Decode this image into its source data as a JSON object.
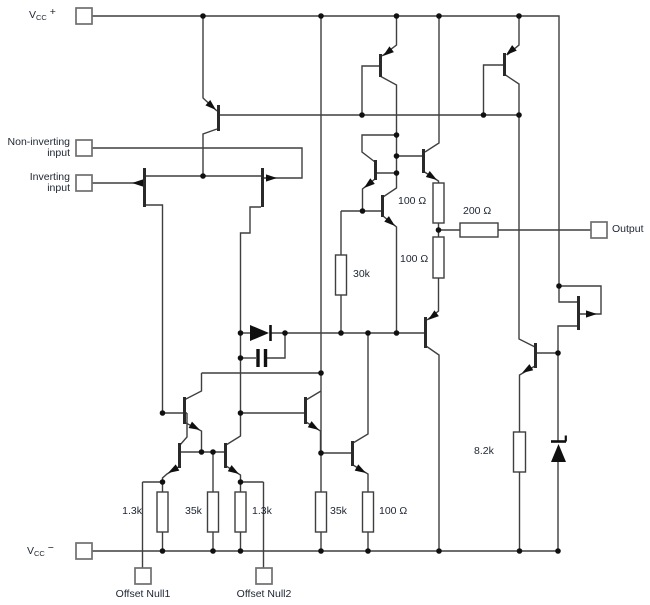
{
  "labels": {
    "vcc_plus": {
      "v": "V",
      "sub": "CC",
      "sign": "+"
    },
    "vcc_minus": {
      "v": "V",
      "sub": "CC",
      "sign": "−"
    },
    "non_inverting": {
      "line1": "Non-inverting",
      "line2": "input"
    },
    "inverting": {
      "line1": "Inverting",
      "line2": "input"
    },
    "offset_null1": "Offset Null1",
    "offset_null2": "Offset Null2",
    "output": "Output"
  },
  "resistors": {
    "r_1k3_a": "1.3k",
    "r_35k_a": "35k",
    "r_1k3_b": "1.3k",
    "r_35k_b": "35k",
    "r_100_bottom": "100 Ω",
    "r_30k": "30k",
    "r_100_upper": "100 Ω",
    "r_100_lower": "100 Ω",
    "r_200": "200 Ω",
    "r_8k2": "8.2k"
  },
  "colors": {
    "wire": "#3f3f3f",
    "component": "#2a2a2a",
    "pad_border": "#6f6f6f",
    "text": "#1c2431"
  }
}
